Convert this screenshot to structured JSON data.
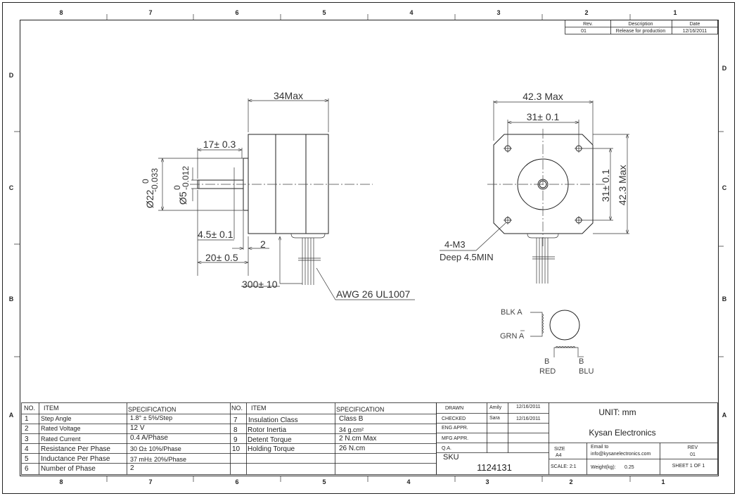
{
  "zones": {
    "cols": [
      "8",
      "7",
      "6",
      "5",
      "4",
      "3",
      "2",
      "1"
    ],
    "rows": [
      "D",
      "C",
      "B",
      "A"
    ]
  },
  "revision_table": {
    "headers": [
      "Rev.",
      "Description",
      "Date"
    ],
    "rows": [
      [
        "01",
        "Release for production",
        "12/16/2011"
      ]
    ]
  },
  "side_view": {
    "length": "34Max",
    "shaft_length": "17± 0.3",
    "boss_dia": "Ø22",
    "boss_tol_upper": "0",
    "boss_tol_lower": "-0.033",
    "shaft_dia": "Ø5",
    "shaft_tol_upper": "0",
    "shaft_tol_lower": "-0.012",
    "flat": "4.5± 0.1",
    "boss_height": "2",
    "shaft_total": "20± 0.5",
    "lead_length": "300± 10",
    "wire_spec": "AWG 26 UL1007"
  },
  "front_view": {
    "width": "42.3 Max",
    "hole_spacing_h": "31± 0.1",
    "hole_spacing_v": "31± 0.1",
    "height": "42.3 Max",
    "holes_label": "4-M3",
    "holes_depth": "Deep 4.5MIN"
  },
  "wiring": {
    "blk": "BLK A",
    "grn": "GRN A",
    "b_red_letter": "B",
    "red": "RED",
    "b_blu_letter": "B",
    "blu": "BLU"
  },
  "spec_table": {
    "headers": {
      "no": "NO.",
      "item": "ITEM",
      "spec": "SPECIFICATION"
    },
    "left": [
      {
        "no": "1",
        "item": "Step Angle",
        "spec": "1.8° ± 5%/Step"
      },
      {
        "no": "2",
        "item": "Rated Voltage",
        "spec": "12 V"
      },
      {
        "no": "3",
        "item": "Rated Current",
        "spec": "0.4 A/Phase"
      },
      {
        "no": "4",
        "item": "Resistance Per Phase",
        "spec": "30 Ω± 10%/Phase"
      },
      {
        "no": "5",
        "item": "Inductance Per Phase",
        "spec": "37 mH± 20%/Phase"
      },
      {
        "no": "6",
        "item": "Number of Phase",
        "spec": "2"
      }
    ],
    "right": [
      {
        "no": "7",
        "item": "Insulation Class",
        "spec": "Class B"
      },
      {
        "no": "8",
        "item": "Rotor Inertia",
        "spec": "34 g.cm²"
      },
      {
        "no": "9",
        "item": "Detent Torque",
        "spec": "2 N.cm Max"
      },
      {
        "no": "10",
        "item": "Holding Torque",
        "spec": "26 N.cm"
      }
    ]
  },
  "title_block": {
    "approvals": [
      {
        "role": "DRAWN",
        "name": "Amily",
        "date": "12/16/2011"
      },
      {
        "role": "CHECKED",
        "name": "Sara",
        "date": "12/16/2011"
      },
      {
        "role": "ENG APPR.",
        "name": "",
        "date": ""
      },
      {
        "role": "MFG APPR.",
        "name": "",
        "date": ""
      },
      {
        "role": "Q.A.",
        "name": "",
        "date": ""
      }
    ],
    "sku_label": "SKU",
    "sku": "1124131",
    "unit": "UNIT: mm",
    "company": "Kysan Electronics",
    "size_label": "SIZE",
    "size": "A4",
    "email_label": "Email to",
    "email": "info@kysanelectronics.com",
    "rev_label": "REV",
    "rev": "01",
    "scale": "SCALE: 2:1",
    "weight_label": "Weight(kg):",
    "weight": "0.25",
    "sheet": "SHEET 1 OF 1"
  }
}
